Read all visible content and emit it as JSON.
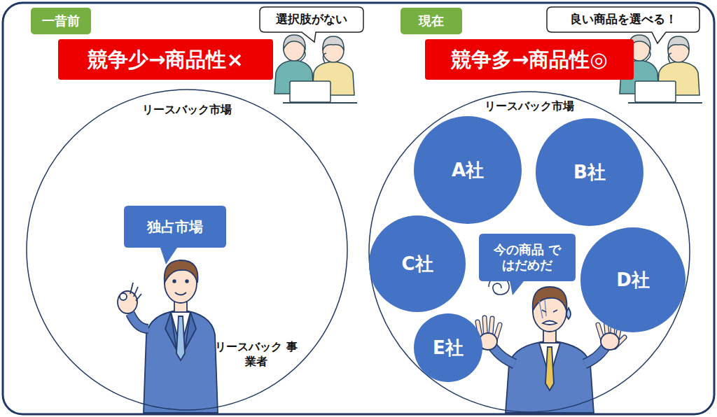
{
  "diagram": {
    "nodes": [
      {
        "text": [
          "一昔前"
        ]
      },
      {
        "text": [
          "競争少→商品性×"
        ]
      },
      {
        "text": [
          "選択肢がない"
        ]
      },
      {
        "text": [
          "リースバック市場"
        ]
      },
      {
        "text": [
          "独占市場"
        ],
        "in": 3
      },
      {
        "text": [
          "現在"
        ]
      },
      {
        "text": [
          "競争多→商品性◎"
        ]
      },
      {
        "text": [
          "良い商品を選べる！"
        ]
      },
      {
        "text": [
          "リースバック市場"
        ]
      },
      {
        "text": [
          "A社"
        ],
        "in": 8
      },
      {
        "text": [
          "B社"
        ],
        "in": 8
      },
      {
        "text": [
          "C社"
        ],
        "in": 8
      },
      {
        "text": [
          "D社"
        ],
        "in": 8
      },
      {
        "text": [
          "E社"
        ],
        "in": 8
      },
      {
        "text": [
          "今の商品 ではだめだ"
        ],
        "in": 8
      }
    ],
    "labels": [
      "リースバック 事業者"
    ]
  }
}
